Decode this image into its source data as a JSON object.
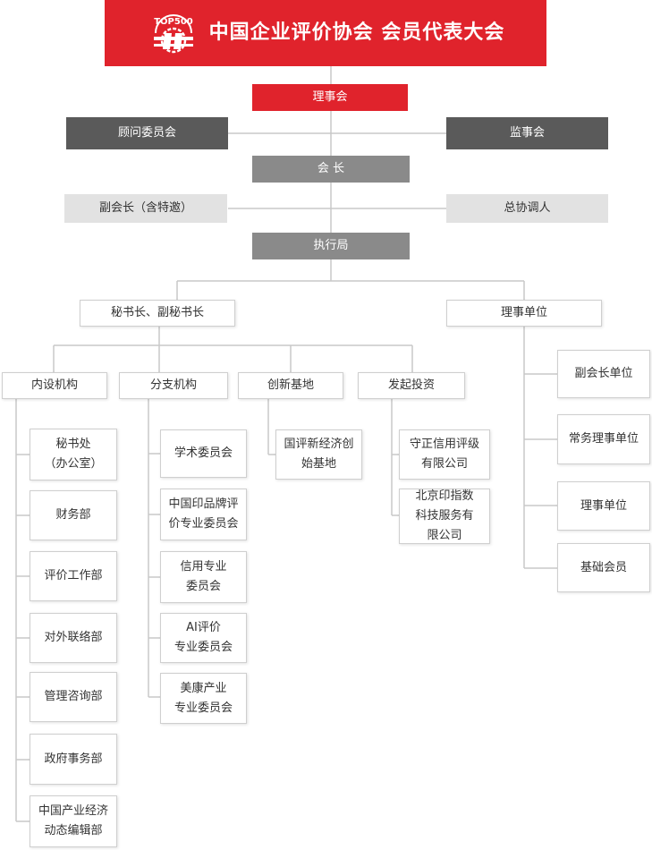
{
  "header": {
    "title": "中国企业评价协会  会员代表大会",
    "logo_text": "TOP500"
  },
  "nodes": {
    "lishihui": "理事会",
    "guwen": "顾问委员会",
    "jianshi": "监事会",
    "huizhang": "会   长",
    "fuhuizhang": "副会长（含特邀）",
    "zongxie": "总协调人",
    "zhixingju": "执行局",
    "mishuzhang": "秘书长、副秘书长",
    "lishidanwei": "理事单位",
    "neishe": "内设机构",
    "fenzhi": "分支机构",
    "chuangxin": "创新基地",
    "faqi": "发起投资",
    "mishuchu": "秘书处\n（办公室）",
    "caiwu": "财务部",
    "pingjia": "评价工作部",
    "duiwai": "对外联络部",
    "guanli": "管理咨询部",
    "zhengfu": "政府事务部",
    "chanye": "中国产业经济\n动态编辑部",
    "xueshu": "学术委员会",
    "yinpin": "中国印品牌评\n价专业委员会",
    "xinyong": "信用专业\n委员会",
    "ai": "AI评价\n专业委员会",
    "meikang": "美康产业\n专业委员会",
    "guoping": "国评新经济创\n始基地",
    "shouzheng": "守正信用评级\n有限公司",
    "beijing": "北京印指数\n科技服务有\n限公司",
    "fuhuizhangdw": "副会长单位",
    "changwu": "常务理事单位",
    "lishidw2": "理事单位",
    "jichu": "基础会员"
  },
  "colors": {
    "red": "#e0232c",
    "dark": "#5a5a5a",
    "mid": "#8a8a8a",
    "light": "#e2e2e2",
    "line": "#c8c8c8"
  }
}
